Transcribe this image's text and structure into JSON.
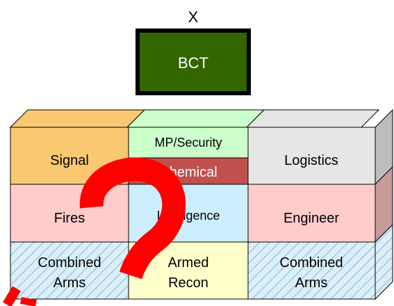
{
  "unit_echelon": "X",
  "unit_label": "BCT",
  "blocks": {
    "mp_security": "MP/Security",
    "chemical": "Chemical",
    "signal": "Signal",
    "logistics": "Logistics",
    "fires": "Fires",
    "intelligence": "Intelligence",
    "engineer": "Engineer",
    "combined_arms_left_1": "Combined",
    "combined_arms_left_2": "Arms",
    "armed_recon_1": "Armed",
    "armed_recon_2": "Recon",
    "combined_arms_right_1": "Combined",
    "combined_arms_right_2": "Arms"
  },
  "colors": {
    "bct_fill": "#336600",
    "signal": "#F9C870",
    "mp_security": "#CCFFCC",
    "chemical": "#C0504D",
    "logistics": "#E6E6E6",
    "pink": "#FFCCCC",
    "intelligence": "#CCEEFF",
    "hatched": "#DCEFF8",
    "armed_recon": "#FFFFCC",
    "question_mark": "#FF0000"
  },
  "overlay_icon": "question-mark-icon"
}
